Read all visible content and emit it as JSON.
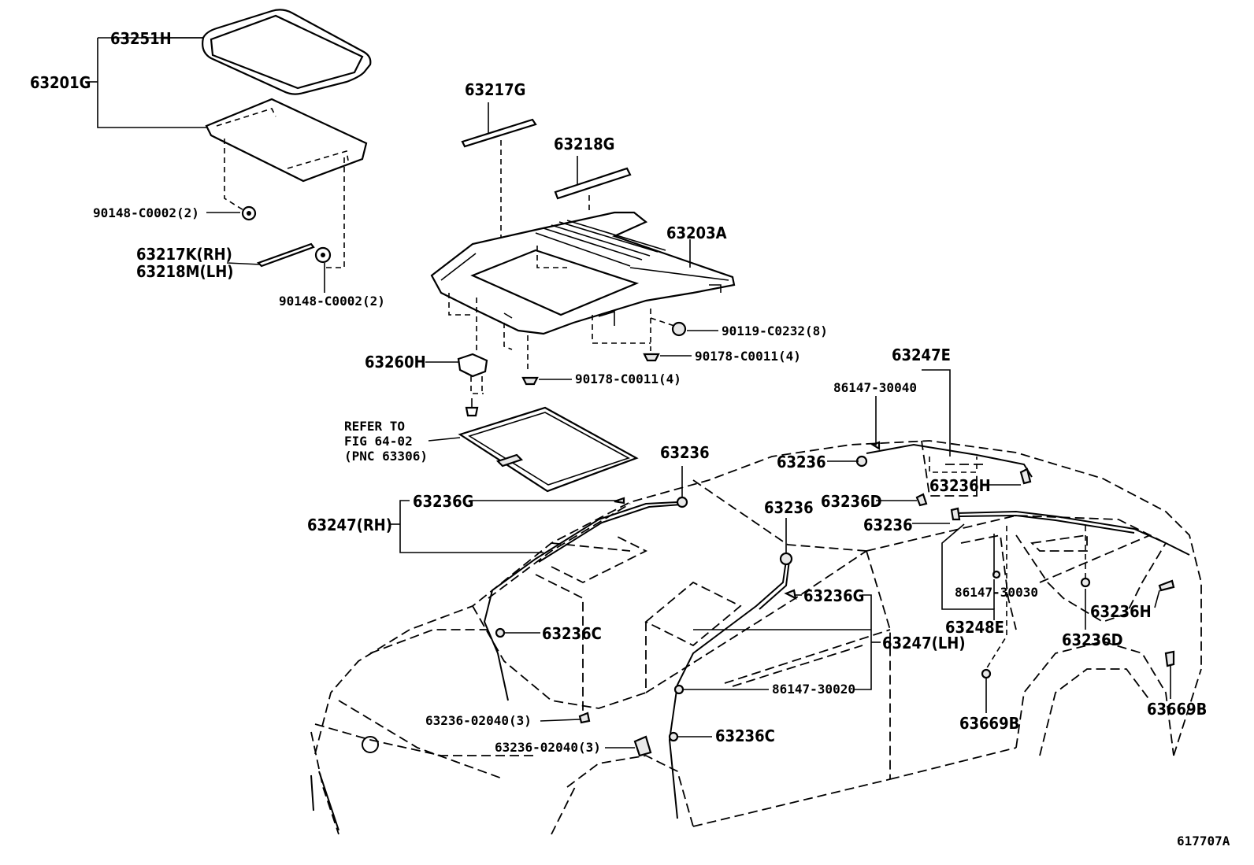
{
  "labels": {
    "l_63251H": "63251H",
    "l_63201G": "63201G",
    "l_63217G": "63217G",
    "l_63218G": "63218G",
    "l_63203A": "63203A",
    "l_90148a": "90148-C0002(2)",
    "l_63217K": "63217K(RH)",
    "l_63218M": "63218M(LH)",
    "l_90148b": "90148-C0002(2)",
    "l_90119": "90119-C0232(8)",
    "l_90178a": "90178-C0011(4)",
    "l_90178b": "90178-C0011(4)",
    "l_63260H": "63260H",
    "l_refer1": "REFER TO",
    "l_refer2": "FIG 64-02",
    "l_refer3": "(PNC 63306)",
    "l_63247E": "63247E",
    "l_86147_30040": "86147-30040",
    "l_63236_a": "63236",
    "l_63236_b": "63236",
    "l_63236H_a": "63236H",
    "l_63236D_a": "63236D",
    "l_63236_c": "63236",
    "l_63236_d": "63236",
    "l_63236G_a": "63236G",
    "l_63247RH": "63247(RH)",
    "l_86147_30030": "86147-30030",
    "l_63248E": "63248E",
    "l_63236H_b": "63236H",
    "l_63236D_b": "63236D",
    "l_63236G_b": "63236G",
    "l_63236C_a": "63236C",
    "l_63247LH": "63247(LH)",
    "l_86147_30020": "86147-30020",
    "l_63669B_a": "63669B",
    "l_63669B_b": "63669B",
    "l_63236_02040a": "63236-02040(3)",
    "l_63236_02040b": "63236-02040(3)",
    "l_63236C_b": "63236C",
    "l_fig": "617707A"
  }
}
